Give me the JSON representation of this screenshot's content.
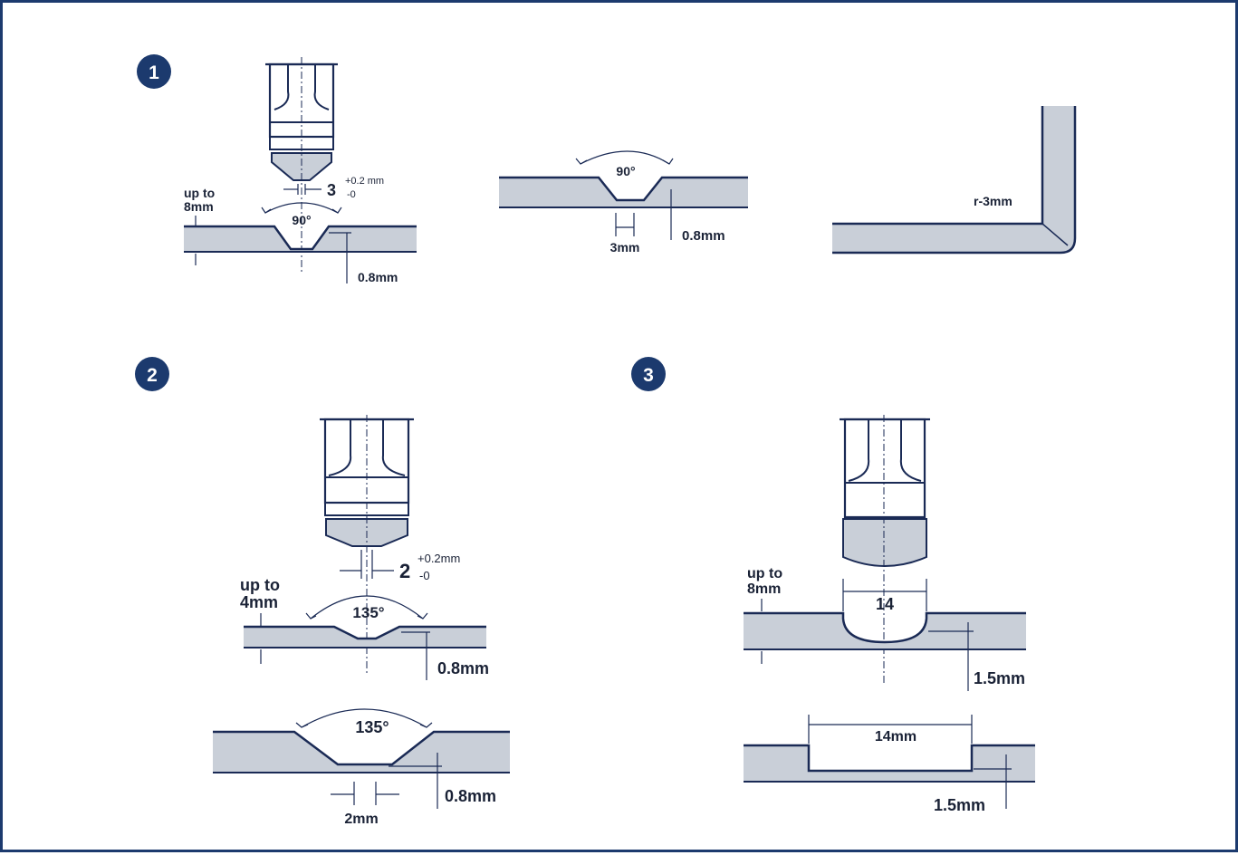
{
  "colors": {
    "accent": "#1c3a6e",
    "line": "#1a2a55",
    "sheet_fill": "#c9cfd8",
    "background": "#ffffff"
  },
  "steps": [
    {
      "badge": "1"
    },
    {
      "badge": "2"
    },
    {
      "badge": "3"
    }
  ],
  "labels": {
    "s1_upto": [
      "up to",
      "8mm"
    ],
    "s1_tip_width": "3",
    "s1_tol_plus": "+0.2 mm",
    "s1_tol_minus": "-0",
    "s1_angle": "90°",
    "s1_depth": "0.8mm",
    "s1b_angle": "90°",
    "s1b_width": "3mm",
    "s1b_depth": "0.8mm",
    "s1c_radius": "r-3mm",
    "s2_tip_width": "2",
    "s2_tol_plus": "+0.2mm",
    "s2_tol_minus": "-0",
    "s2_upto": [
      "up to",
      "4mm"
    ],
    "s2_angle": "135°",
    "s2_depth": "0.8mm",
    "s2b_angle": "135°",
    "s2b_width": "2mm",
    "s2b_depth": "0.8mm",
    "s3_upto": [
      "up to",
      "8mm"
    ],
    "s3_width": "14",
    "s3_depth": "1.5mm",
    "s3b_width": "14mm",
    "s3b_depth": "1.5mm"
  }
}
